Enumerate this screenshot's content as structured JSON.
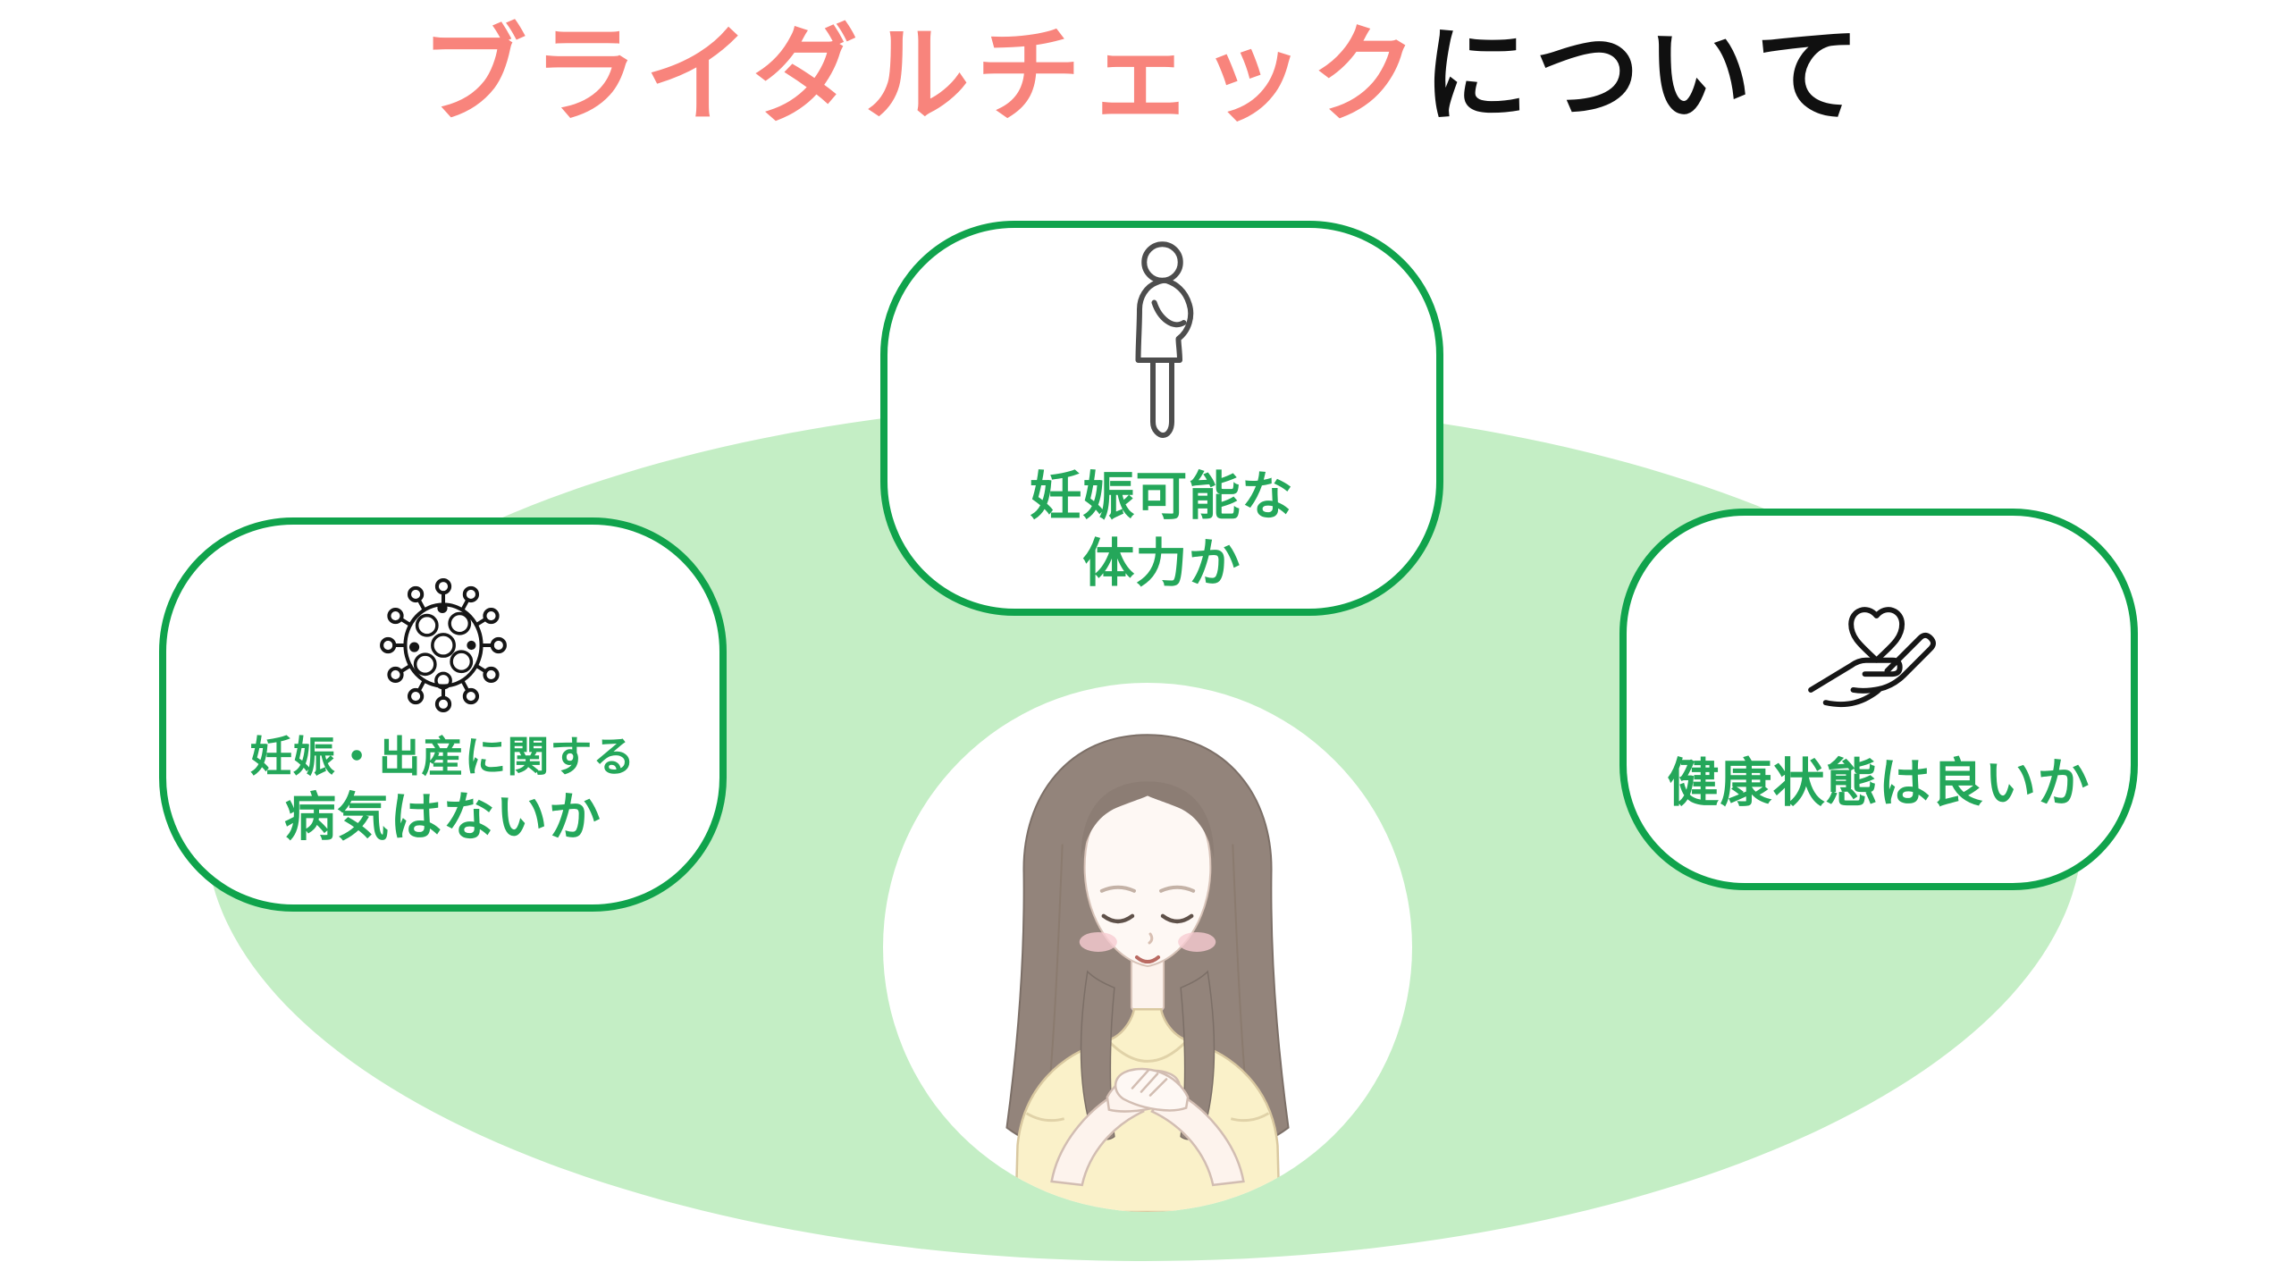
{
  "title": {
    "highlight": "ブライダルチェック",
    "suffix": "について"
  },
  "cards": [
    {
      "name": "pregnancy-illness",
      "icon": "virus-icon",
      "lines": [
        "妊娠・出産に関する",
        "病気はないか"
      ]
    },
    {
      "name": "fertility-stamina",
      "icon": "pregnant-woman-icon",
      "lines": [
        "妊娠可能な",
        "体力か"
      ]
    },
    {
      "name": "health-status",
      "icon": "heart-in-hand-icon",
      "lines": [
        "健康状態は良いか"
      ]
    }
  ],
  "colors": {
    "title_highlight": "#F8847C",
    "title_text": "#101010",
    "card_border": "#10A34C",
    "card_text": "#24A75A",
    "ellipse_background": "#C4EEC5",
    "icon_black": "#161616",
    "icon_gray": "#4D4D4D"
  }
}
